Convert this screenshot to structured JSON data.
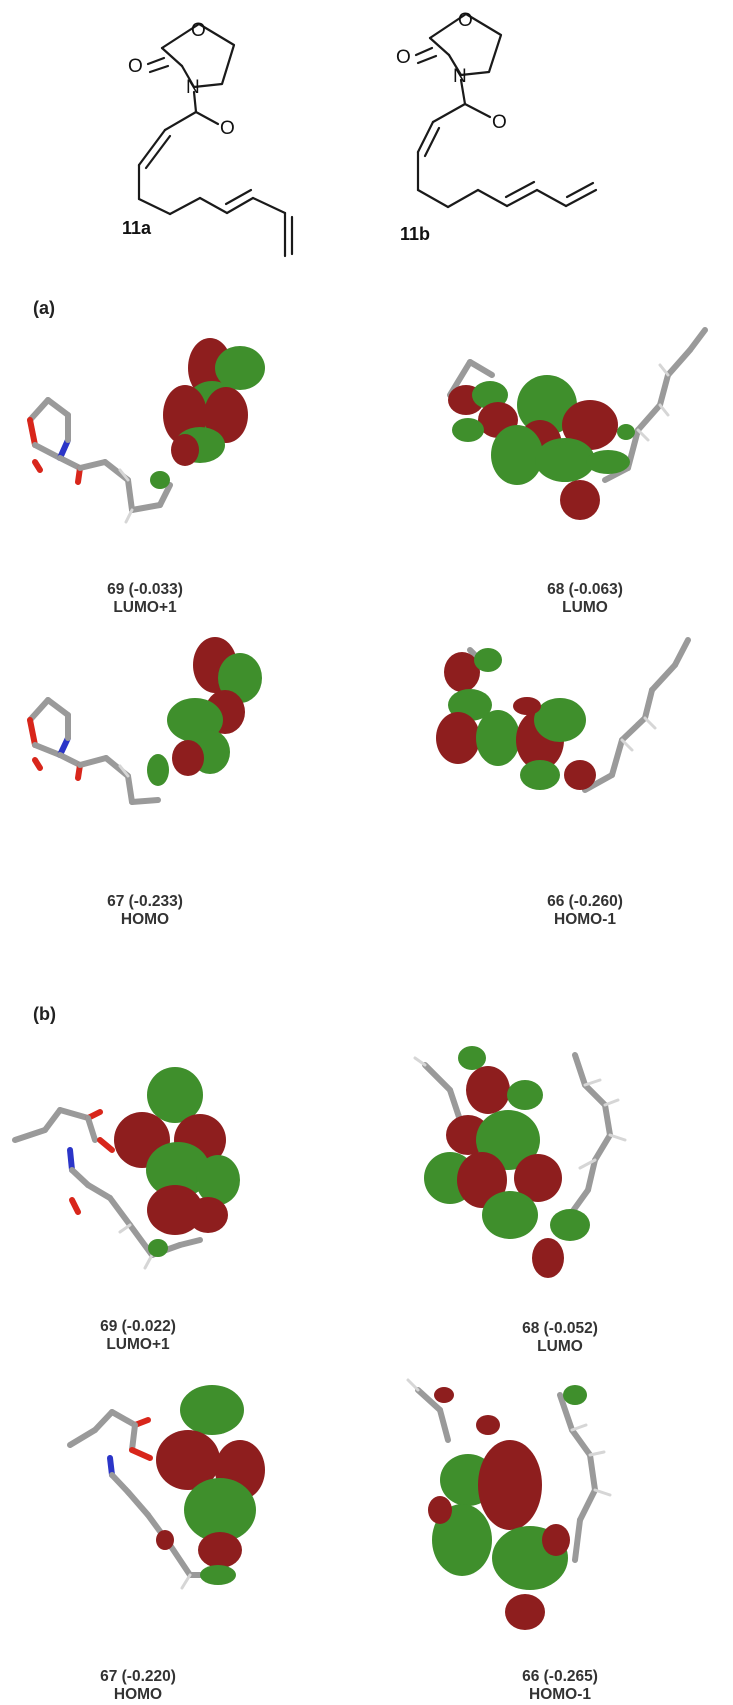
{
  "structures": {
    "a": {
      "label": "11a",
      "atoms": {
        "ring_o": "O",
        "carbonyl_o": "O",
        "n": "N",
        "acyl_o": "O"
      }
    },
    "b": {
      "label": "11b",
      "atoms": {
        "ring_o": "O",
        "carbonyl_o": "O",
        "n": "N",
        "acyl_o": "O"
      }
    }
  },
  "sections": [
    {
      "label": "(a)",
      "orbitals": [
        {
          "number_energy": "69 (-0.033)",
          "name": "LUMO+1"
        },
        {
          "number_energy": "68 (-0.063)",
          "name": "LUMO"
        },
        {
          "number_energy": "67 (-0.233)",
          "name": "HOMO"
        },
        {
          "number_energy": "66 (-0.260)",
          "name": "HOMO-1"
        }
      ]
    },
    {
      "label": "(b)",
      "orbitals": [
        {
          "number_energy": "69 (-0.022)",
          "name": "LUMO+1"
        },
        {
          "number_energy": "68 (-0.052)",
          "name": "LUMO"
        },
        {
          "number_energy": "67 (-0.220)",
          "name": "HOMO"
        },
        {
          "number_energy": "66 (-0.265)",
          "name": "HOMO-1"
        }
      ]
    }
  ],
  "colors": {
    "lobe_positive": "#8e1e1e",
    "lobe_negative": "#3f8f2c",
    "carbon": "#9a9a9a",
    "oxygen": "#d8261b",
    "nitrogen": "#2b35c8"
  }
}
